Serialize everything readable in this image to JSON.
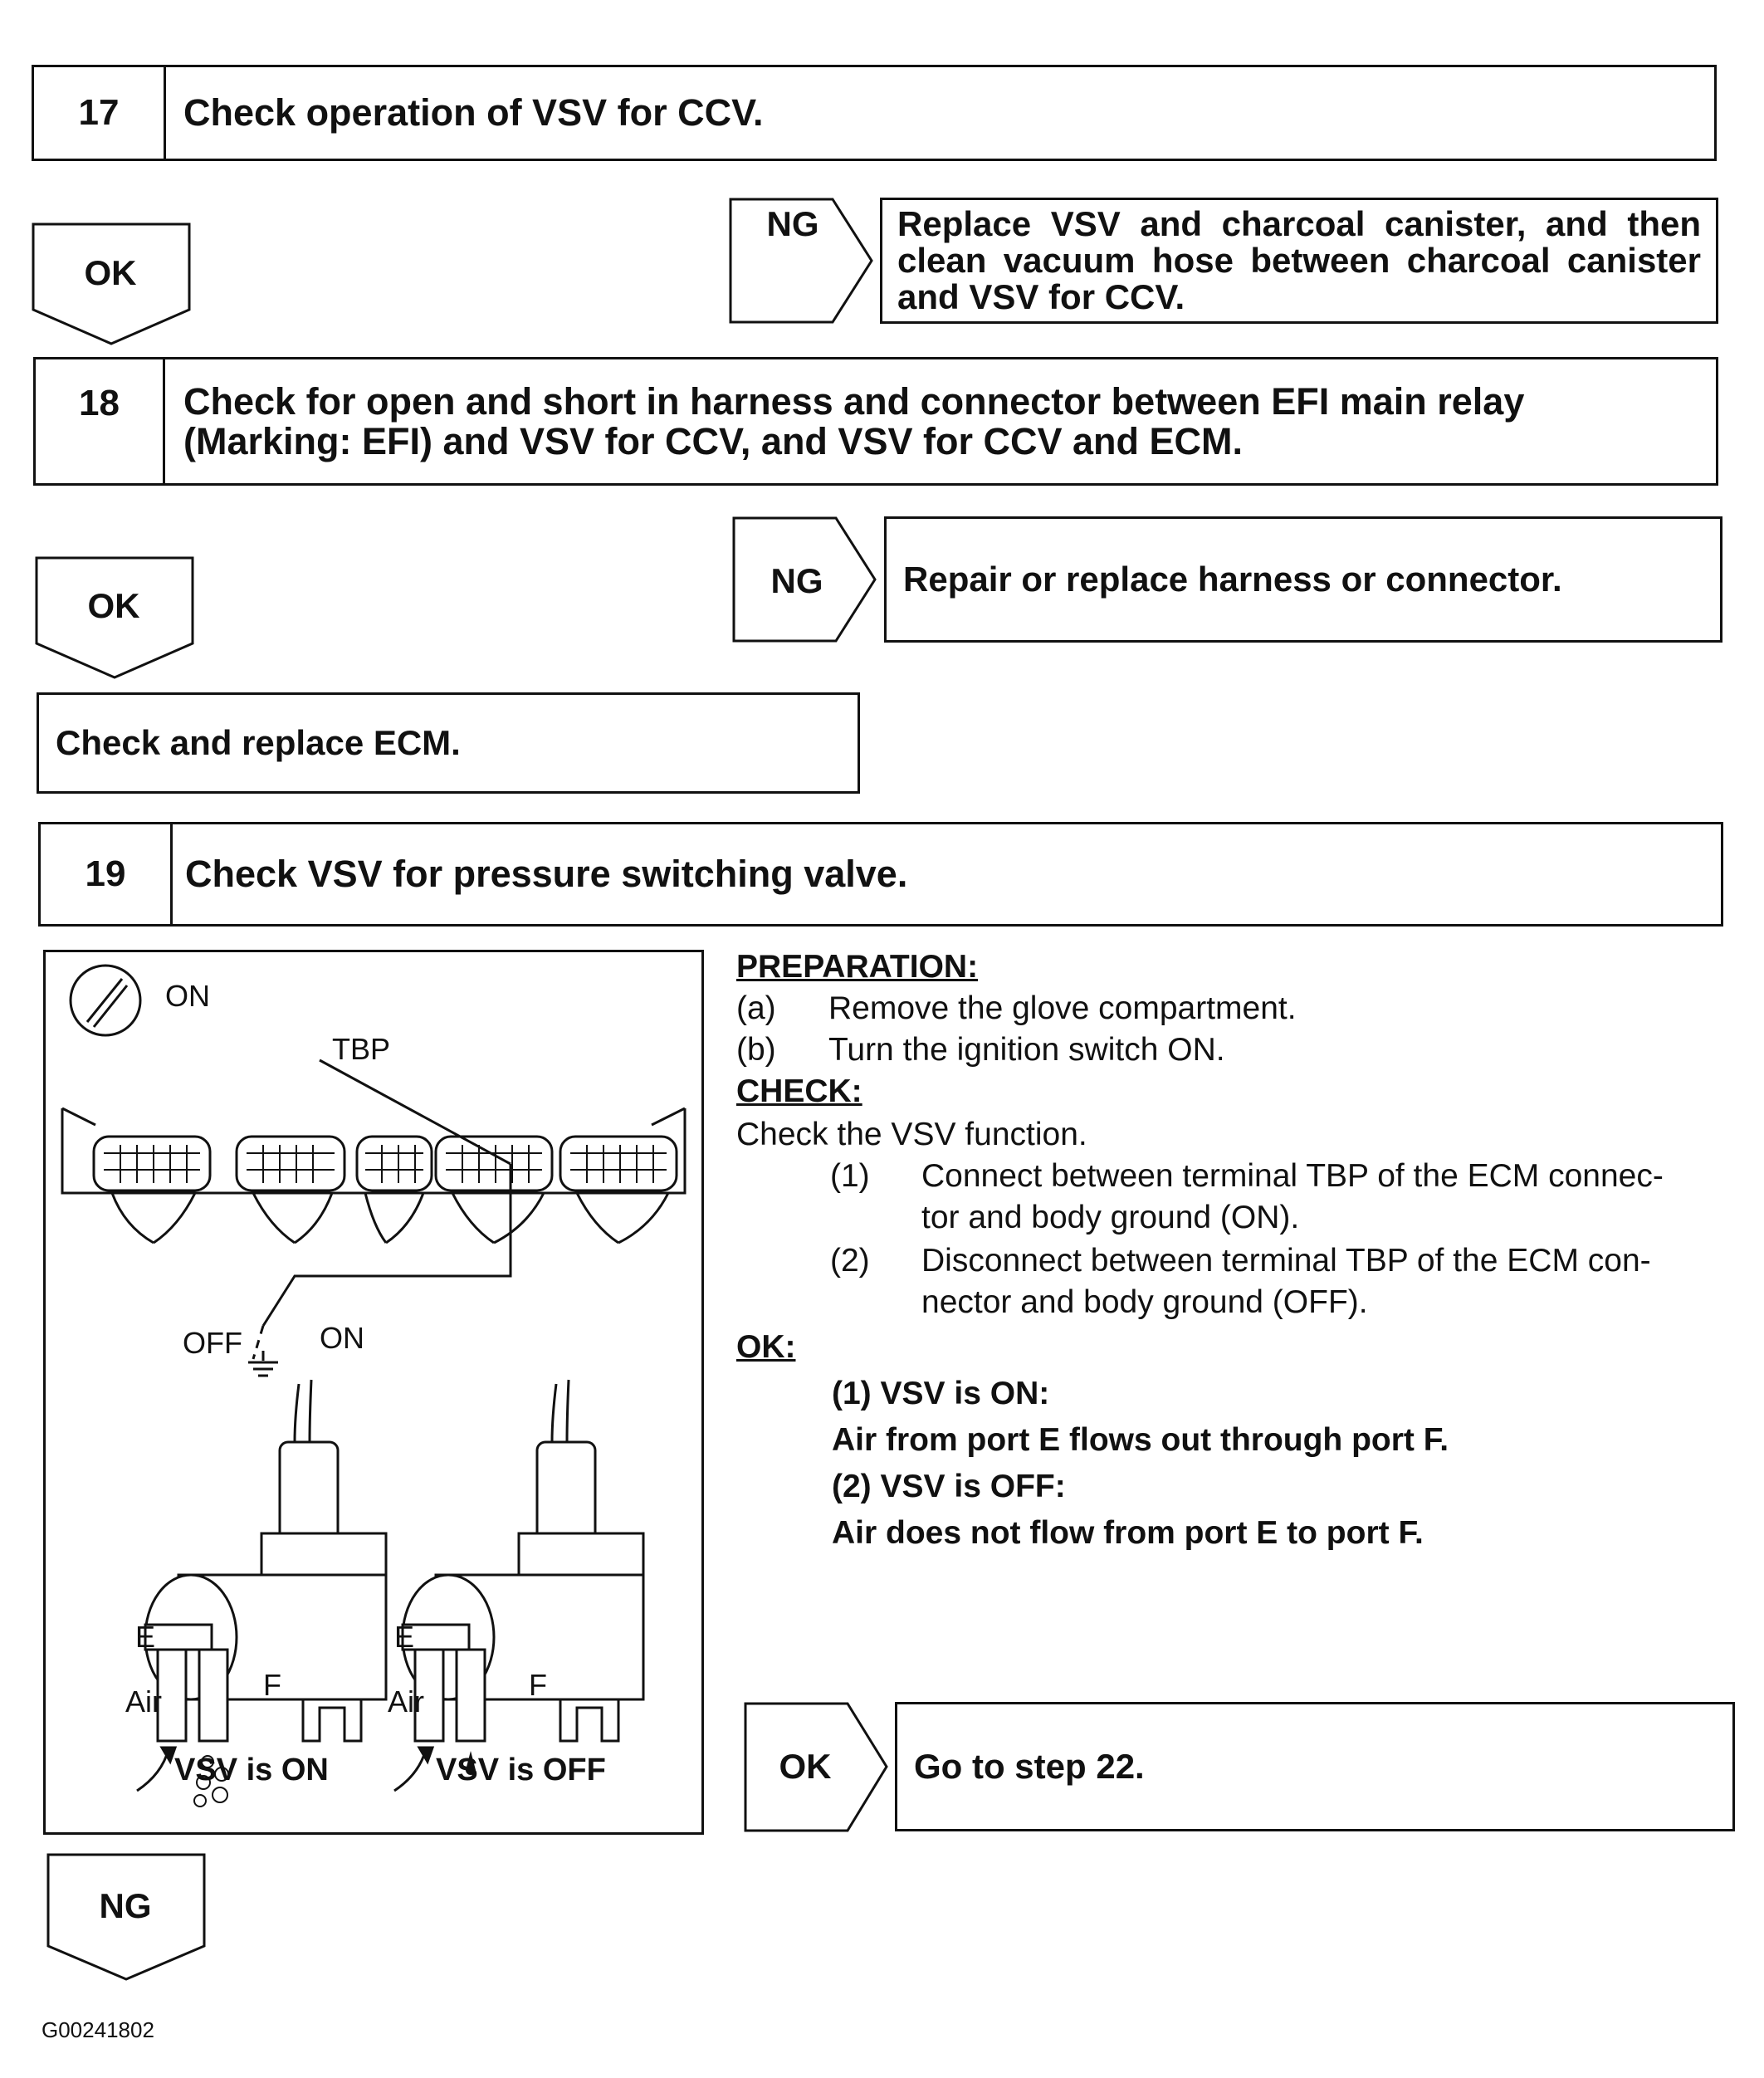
{
  "steps": [
    {
      "number": "17",
      "title": "Check operation of VSV for CCV."
    },
    {
      "number": "18",
      "title": "Check for open and short in harness and connector between EFI main relay (Marking: EFI) and VSV for CCV, and VSV for CCV and ECM."
    },
    {
      "number": "19",
      "title": "Check VSV for pressure switching valve."
    }
  ],
  "labels": {
    "ok": "OK",
    "ng": "NG"
  },
  "results": {
    "step17_ng": "Replace VSV and charcoal canister, and then clean vacuum hose between charcoal canister and VSV for CCV.",
    "step18_ng": "Repair or replace harness or connector.",
    "step18_ok": "Check and replace ECM.",
    "step19_ok": "Go to step 22."
  },
  "procedure": {
    "preparation_heading": "PREPARATION:",
    "prep_a_letter": "(a)",
    "prep_a": "Remove the glove compartment.",
    "prep_b_letter": "(b)",
    "prep_b": "Turn the ignition switch ON.",
    "check_heading": "CHECK:",
    "check_intro": "Check the VSV function.",
    "check_1_num": "(1)",
    "check_1_l1": "Connect between terminal TBP of the ECM connec-",
    "check_1_l2": "tor and body ground (ON).",
    "check_2_num": "(2)",
    "check_2_l1": "Disconnect between terminal TBP of the ECM con-",
    "check_2_l2": "nector and body ground (OFF).",
    "ok_heading": "OK:",
    "ok_1": "(1) VSV is ON:",
    "ok_1_desc": "Air from port E flows out through port F.",
    "ok_2": "(2) VSV is OFF:",
    "ok_2_desc": "Air does not flow from port E to port F."
  },
  "figure": {
    "ignition_label": "ON",
    "terminal_label": "TBP",
    "switch_off": "OFF",
    "switch_on": "ON",
    "port_e": "E",
    "port_f": "F",
    "air": "Air",
    "caption_on": "VSV is ON",
    "caption_off": "VSV is OFF"
  },
  "footer": {
    "code": "G00241802"
  }
}
